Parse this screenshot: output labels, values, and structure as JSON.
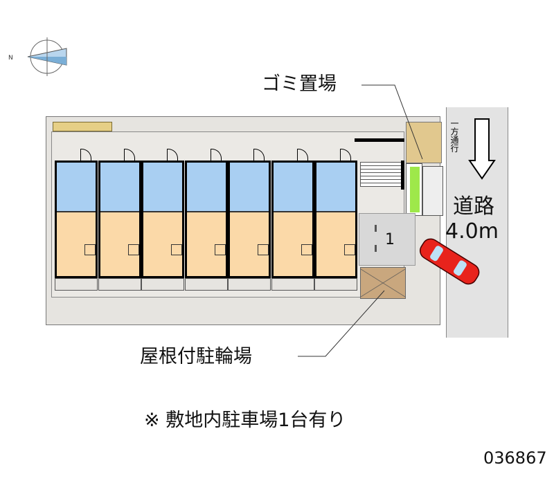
{
  "labels": {
    "garbage": "ゴミ置場",
    "one_way": "一方通行",
    "road": "道路",
    "road_width": "4.0m",
    "bike_parking": "屋根付駐輪場",
    "parking_space": "1",
    "note": "※ 敷地内駐車場1台有り",
    "id": "036867",
    "compass": "N"
  },
  "unit_count": 7,
  "colors": {
    "room": "#fbd9a8",
    "wet": "#a9cff2",
    "site": "#e6e4e0",
    "road": "#e3e3e3",
    "car": "#e8231c",
    "bike": "#c9a77e",
    "green": "#9ee84a"
  }
}
